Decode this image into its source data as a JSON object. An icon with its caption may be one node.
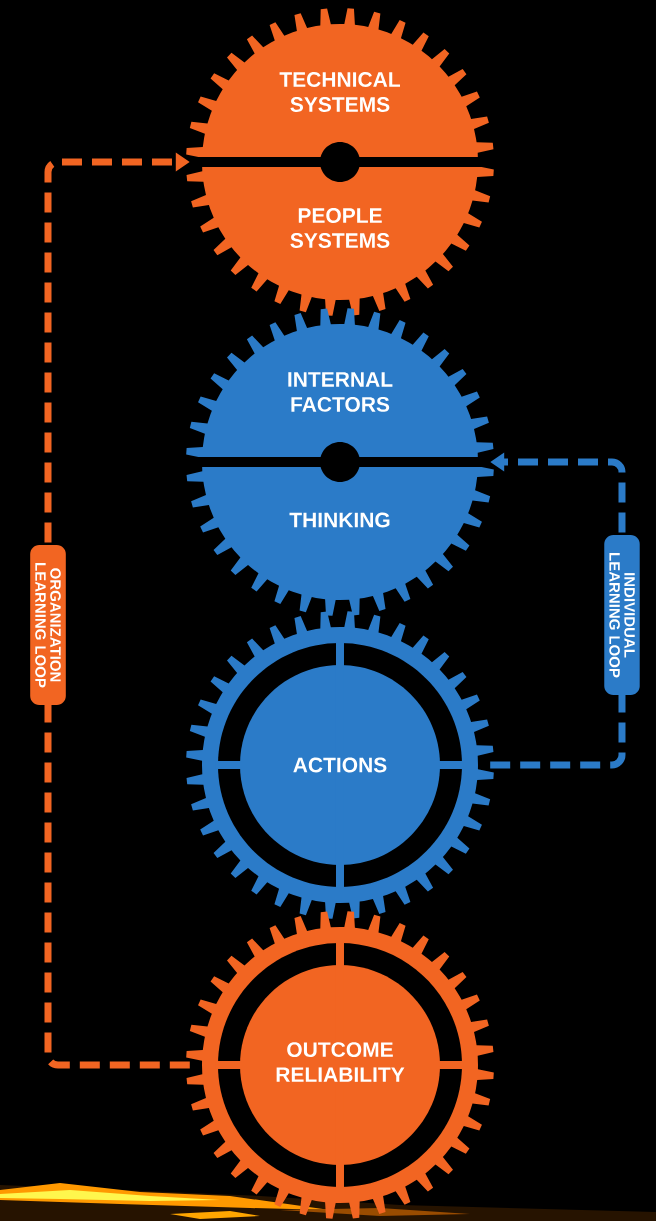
{
  "diagram": {
    "nodes": [
      {
        "text": [
          "TECHNICAL SYSTEMS",
          "PEOPLE SYSTEMS"
        ]
      },
      {
        "text": [
          "INTERNAL FACTORS",
          "THINKING"
        ]
      },
      {
        "text": [
          "ACTIONS"
        ]
      },
      {
        "text": [
          "OUTCOME RELIABILITY"
        ]
      }
    ],
    "edges": [
      {
        "from": 3,
        "to": 0,
        "arrow": "to",
        "style": "dashed",
        "color": "#f26522",
        "label": "ORGANIZATION LEARNING LOOP"
      },
      {
        "from": 2,
        "to": 1,
        "arrow": "to",
        "style": "dashed",
        "color": "#2b7bc8",
        "label": "INDIVIDUAL LEARNING LOOP"
      }
    ]
  }
}
